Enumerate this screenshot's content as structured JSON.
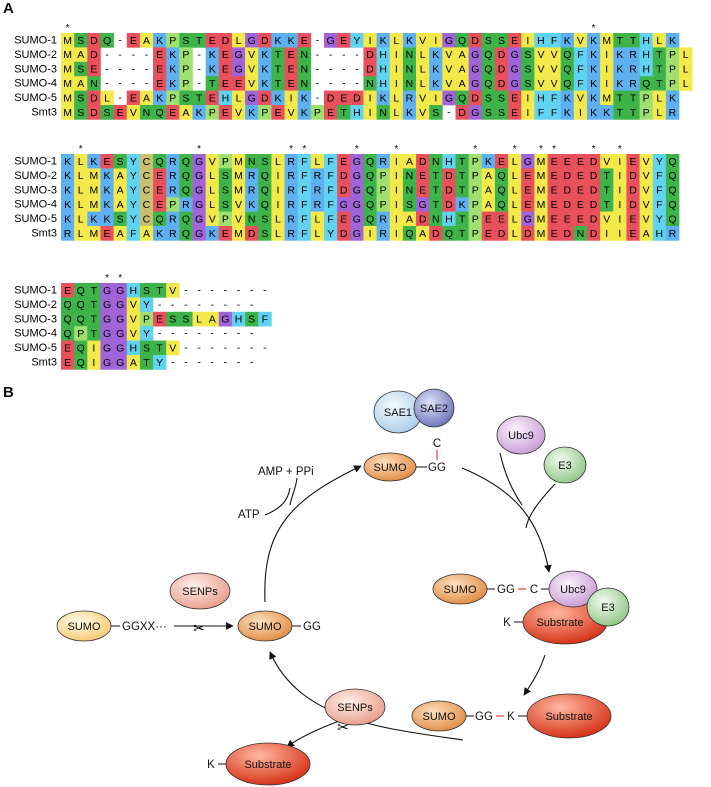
{
  "panel_a_label": "A",
  "panel_b_label": "B",
  "alignment": {
    "blocks": [
      {
        "sequences": [
          {
            "name": "SUMO-1",
            "residues": "MSDQ-EAKPSTEDLGDKKE-GEYIKLKVIGQDSSEIHFKVKMTTHLK"
          },
          {
            "name": "SUMO-2",
            "residues": "MAD----EKP-KEGVKTEN----DHINLKVAGQDGSVVQFKIKRHTPLS"
          },
          {
            "name": "SUMO-3",
            "residues": "MSE----EKP-KEGVKTEN----DHINLKVAGQDGSVVQFKIKRHTPLS"
          },
          {
            "name": "SUMO-4",
            "residues": "MAN----EKP-TEEVKTEN----NHINLKVAGQDGSVVQFKIKRQTPLS"
          },
          {
            "name": "SUMO-5",
            "residues": "MSDL-EAKPSTEHLGDKIK-DEDIKLRVIGQDSSEIHFKVKMTTPLK"
          },
          {
            "name": "Smt3",
            "residues": "MSDSEVNQEAKPEVKPEVKPETHINLKVS-DGSSEIFFKIKKTTPLR"
          }
        ]
      },
      {
        "sequences": [
          {
            "name": "SUMO-1",
            "residues": "KLKESYCQRQGVPMNSLRFLFEGQRIADNHTPKELGMEEEDVIEVYQ"
          },
          {
            "name": "SUMO-2",
            "residues": "KLMKAYCERQGLSMRQIRFRFDGQPINETDTPAQLEMEDEDTIDVFQ"
          },
          {
            "name": "SUMO-3",
            "residues": "KLMKAYCERQGLSMRQIRFRFDGQPINETDTPAQLEMEDEDTIDVFQ"
          },
          {
            "name": "SUMO-4",
            "residues": "KLMKAYCEPRGLSVKQIRFRFGGQPISGTDKPAQLEMEDEDTIDVFQ"
          },
          {
            "name": "SUMO-5",
            "residues": "KLKKSYCQRQGVPVNSLRFLFEGQRIADNHTPEELGMEEEDVIEVYQ"
          },
          {
            "name": "Smt3",
            "residues": "RLMEAFAKRQGKEMDSLRFLYDGIRIQADQTPEDLDMEDNDIIEAHR"
          }
        ]
      },
      {
        "sequences": [
          {
            "name": "SUMO-1",
            "residues": "EQTGGHSTV-------"
          },
          {
            "name": "SUMO-2",
            "residues": "QQTGGVY--------"
          },
          {
            "name": "SUMO-3",
            "residues": "QQTGGVPESSLAGHSF"
          },
          {
            "name": "SUMO-4",
            "residues": "QPTGGVY--------"
          },
          {
            "name": "SUMO-5",
            "residues": "EQIGGHSTV-------"
          },
          {
            "name": "Smt3",
            "residues": "EQIGGATY-------"
          }
        ]
      }
    ],
    "residue_colors": {
      "hydrophobic_yellow": "#f4e94a",
      "aromatic_cyan": "#5fd3f0",
      "acidic_red": "#e8505b",
      "basic_blue": "#5fb0f0",
      "polar_green": "#3db34a",
      "glycine_purple": "#a064d8",
      "cysteine_olive": "#c8c070",
      "proline_lime": "#a0e070",
      "gap_white": "#ffffff"
    }
  },
  "cycle": {
    "nodes": {
      "sae1": "SAE1",
      "sae2": "SAE2",
      "ubc9_free": "Ubc9",
      "e3_free": "E3",
      "sumo_thioester": "SUMO",
      "gg_thioester": "GG",
      "c_thioester": "C",
      "sumo_precursor": "SUMO",
      "ggxx": "GGXX···",
      "senps_top": "SENPs",
      "sumo_mature": "SUMO",
      "gg_mature": "GG",
      "atp": "ATP",
      "amp_ppi": "AMP + PPi",
      "sumo_ubc9": "SUMO",
      "gg_ubc9": "GG",
      "c_ubc9": "C",
      "ubc9_bound": "Ubc9",
      "e3_bound": "E3",
      "k_substrate": "K",
      "substrate_bound": "Substrate",
      "sumo_conj": "SUMO",
      "gg_conj": "GG",
      "k_conj": "K",
      "substrate_conj": "Substrate",
      "senps_bottom": "SENPs",
      "k_free": "K",
      "substrate_free": "Substrate"
    },
    "colors": {
      "sumo_orange": "#e8a060",
      "sumo_light": "#fde3a8",
      "senps_pink": "#f0b0a0",
      "sae1_blue": "#c8e0f4",
      "sae2_purple": "#8890c8",
      "ubc9_lavender": "#d8b8e0",
      "e3_green": "#b0d8a8",
      "substrate_red": "#e04020",
      "bond_red": "#e03020"
    }
  }
}
